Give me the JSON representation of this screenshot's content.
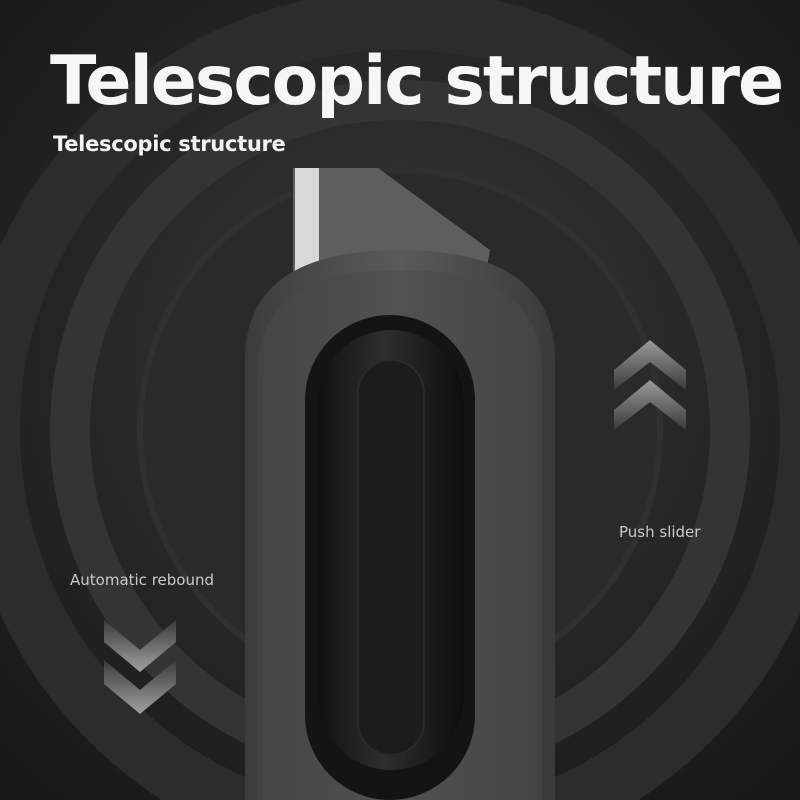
{
  "title": "Telescopic structure",
  "subtitle": "Telescopic structure",
  "labels": {
    "automatic_rebound": "Automatic rebound",
    "push_slider": "Push slider"
  },
  "icons": {
    "up_arrows": "chevron-up-icon",
    "down_arrows": "chevron-down-icon"
  },
  "colors": {
    "background": "#1f1f1f",
    "text": "#f6f6f6",
    "label_text": "#c9c9c9"
  }
}
